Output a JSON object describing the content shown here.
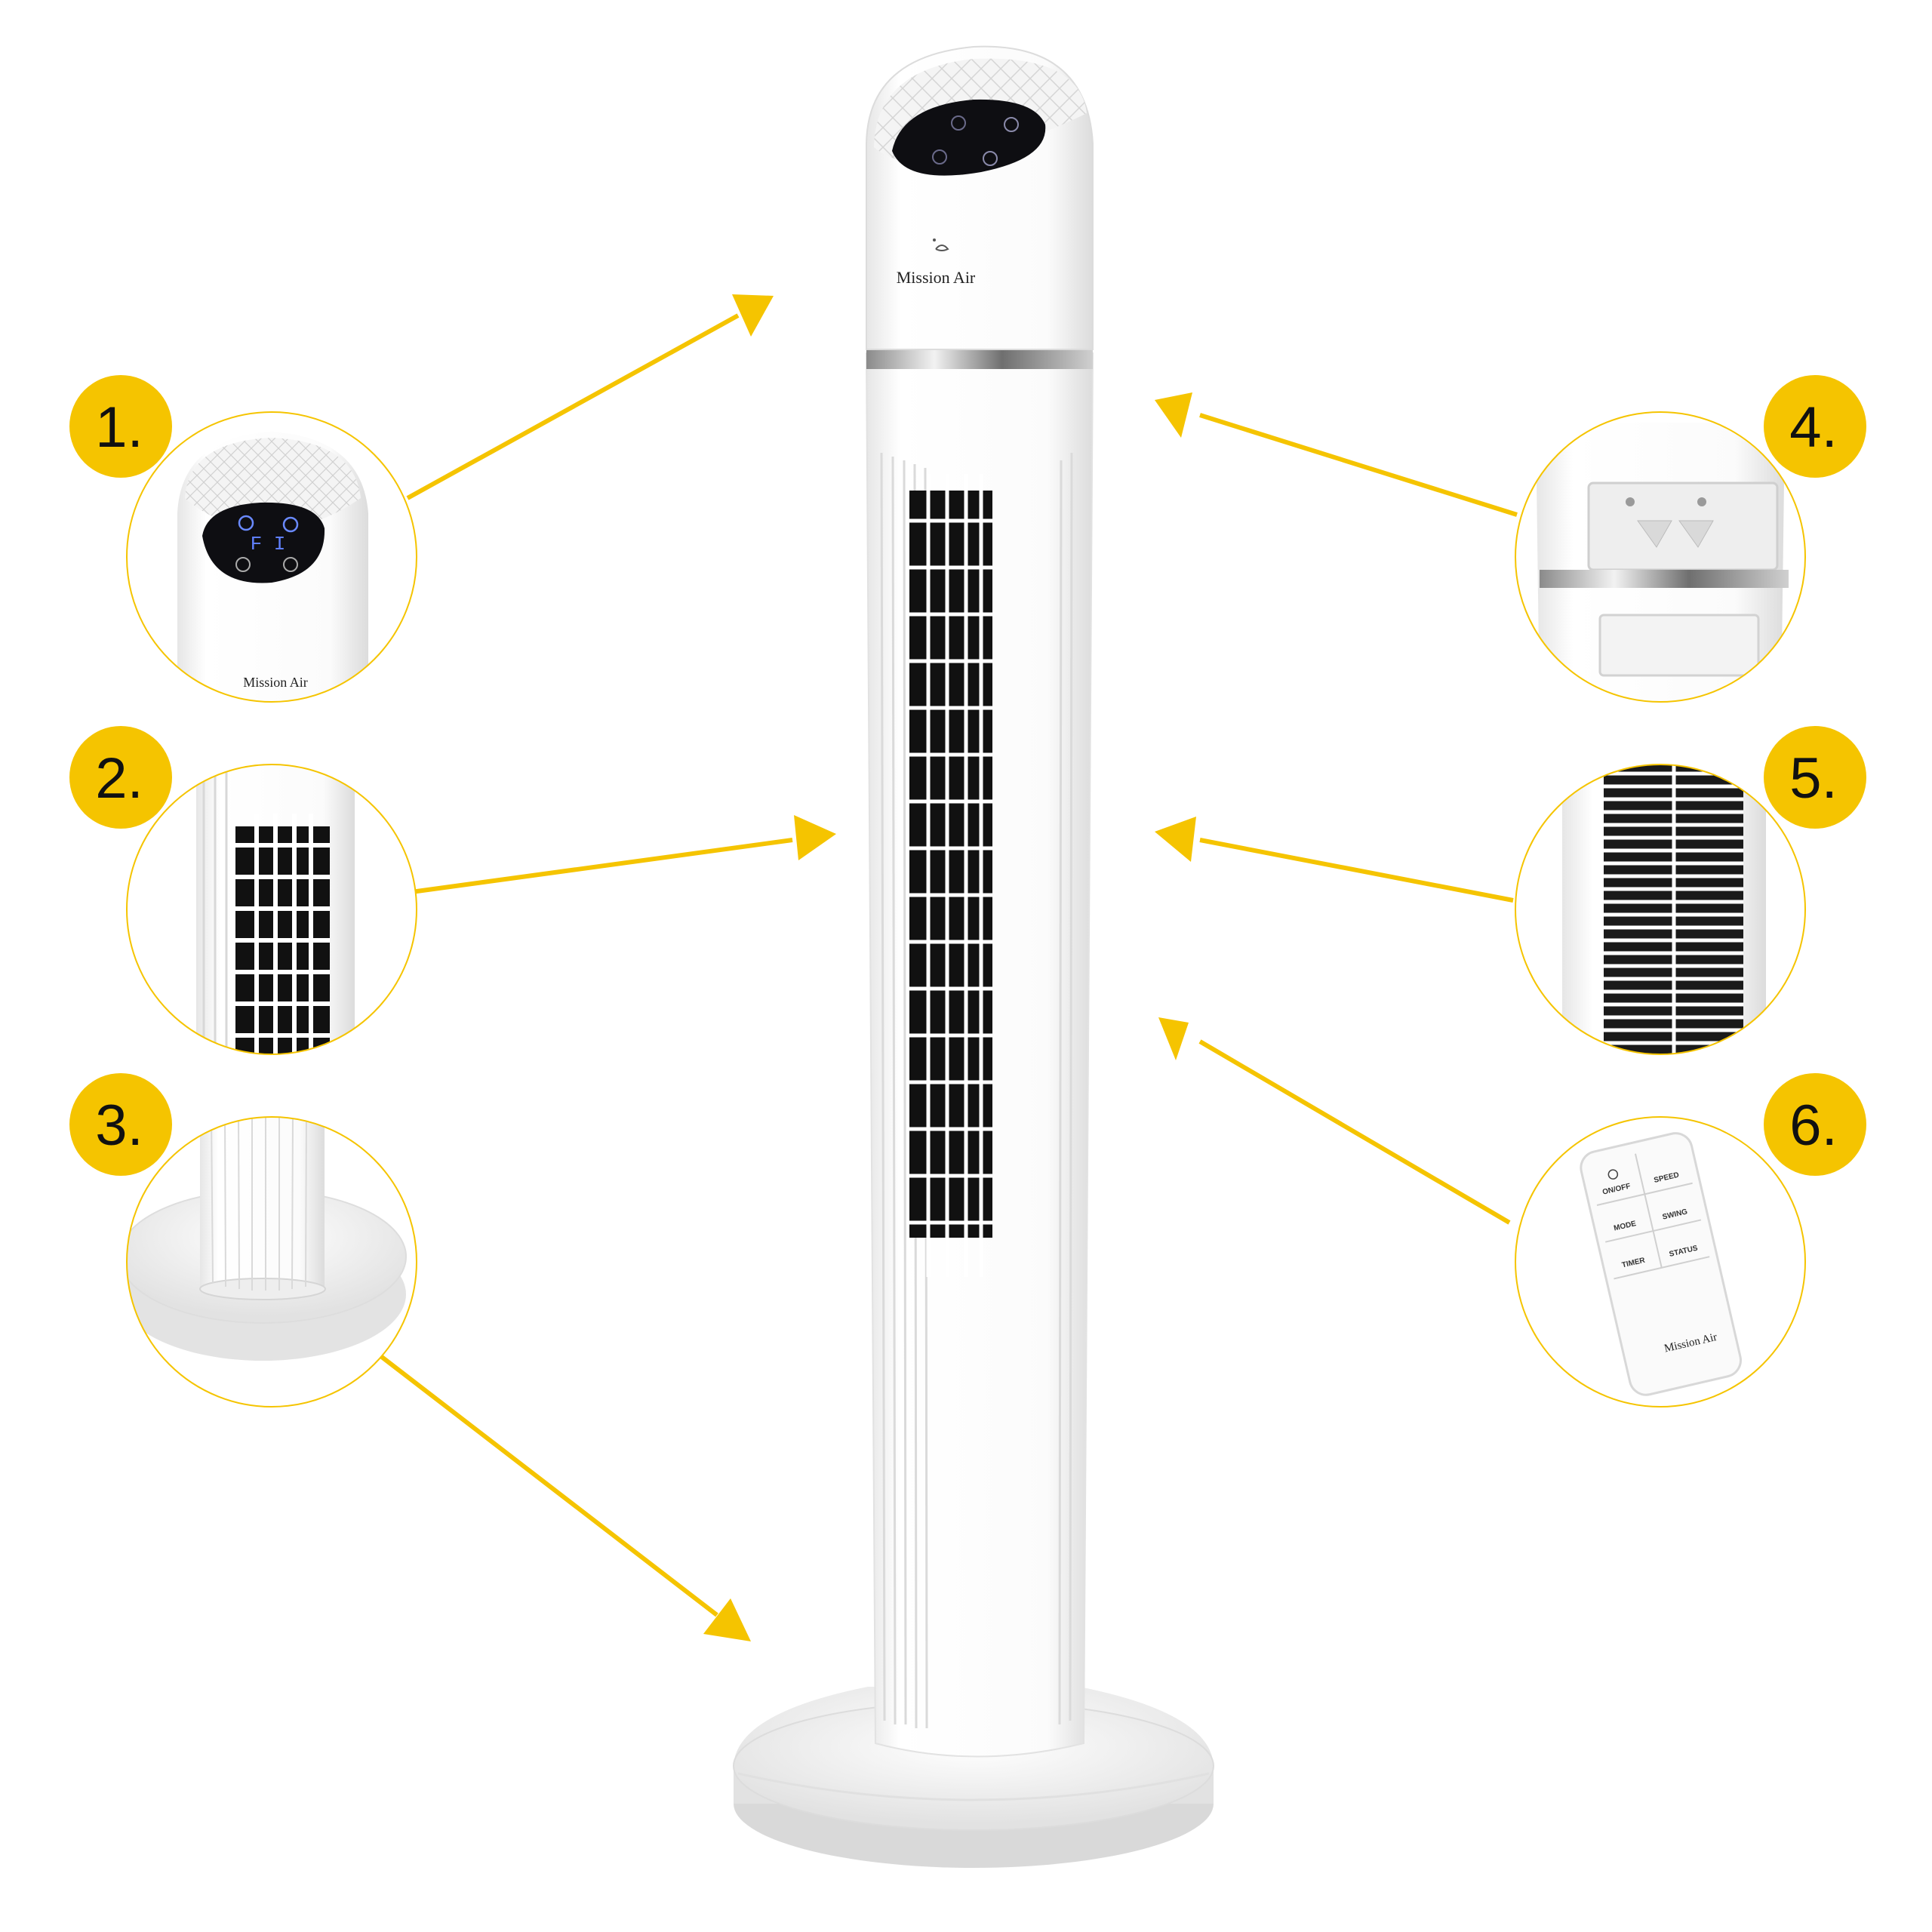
{
  "colors": {
    "accent": "#F5C400",
    "product": "#FFFFFF",
    "grille": "#111111",
    "display": "#0E0E12",
    "chrome": "#9A9A9A"
  },
  "product": {
    "brand": "Mission Air"
  },
  "callouts": [
    {
      "number": "1.",
      "subject": "control-panel"
    },
    {
      "number": "2.",
      "subject": "front-grille"
    },
    {
      "number": "3.",
      "subject": "base"
    },
    {
      "number": "4.",
      "subject": "rear-handle"
    },
    {
      "number": "5.",
      "subject": "rear-grille"
    },
    {
      "number": "6.",
      "subject": "remote-control"
    }
  ],
  "remote": {
    "buttons": {
      "on_off": "ON/OFF",
      "speed": "SPEED",
      "mode": "MODE",
      "swing": "SWING",
      "timer": "TIMER",
      "status": "STATUS"
    }
  },
  "display_readout": "F I"
}
